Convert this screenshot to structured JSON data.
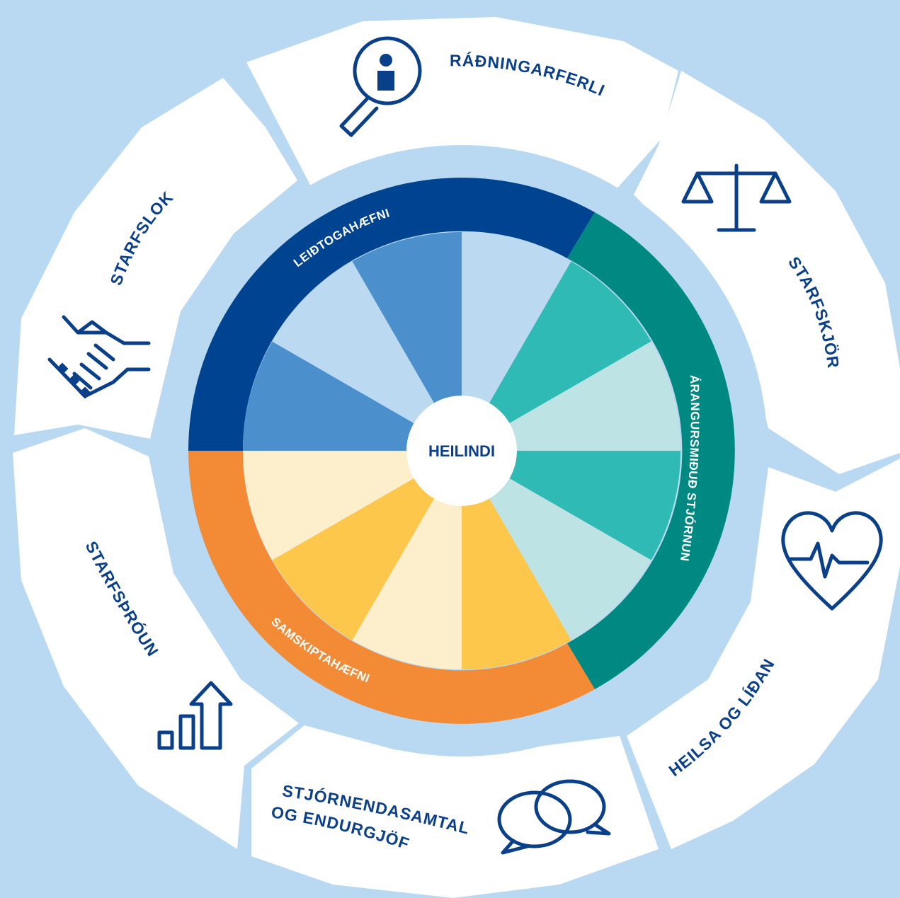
{
  "diagram": {
    "hub_label": "HEILINDI",
    "inner_ring": [
      {
        "label": "LEIÐTOGAHÆFNI",
        "color": "#004491"
      },
      {
        "label": "ÁRANGURSMIÐUÐ STJÓRNUN",
        "color": "#008982"
      },
      {
        "label": "SAMSKIPTAHÆFNI",
        "color": "#f38b36"
      }
    ],
    "outer_segments": [
      {
        "label": "RÁÐNINGARFERLI",
        "icon": "magnifier-person-icon"
      },
      {
        "label": "STARFSKJÖR",
        "icon": "scales-icon"
      },
      {
        "label": "HEILSA OG LÍÐAN",
        "icon": "heart-pulse-icon"
      },
      {
        "label_line1": "STJÓRNENDASAMTAL",
        "label_line2": "OG ENDURGJÖF",
        "icon": "speech-bubbles-icon"
      },
      {
        "label": "STARFSÞRÓUN",
        "icon": "growth-chart-icon"
      },
      {
        "label": "STARFSLOK",
        "icon": "handshake-icon"
      }
    ],
    "colors": {
      "background": "#b9d9f2",
      "outer_segment": "#ffffff",
      "text_navy": "#0a3f8a",
      "blue_dark": "#4b8fcd",
      "blue_light": "#bcd9f2",
      "teal_dark": "#2fbab5",
      "teal_light": "#bde3e4",
      "yellow_dark": "#fdc74c",
      "yellow_light": "#feefcc"
    }
  }
}
